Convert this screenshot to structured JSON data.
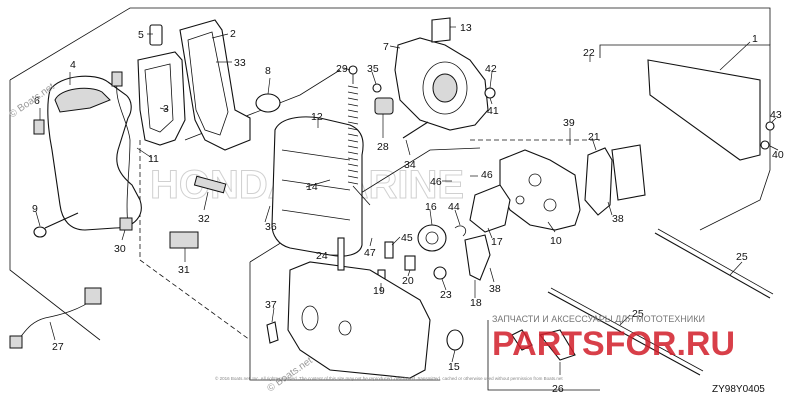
{
  "diagram": {
    "code": "ZY98Y0405",
    "callouts": [
      "1",
      "2",
      "3",
      "4",
      "5",
      "6",
      "7",
      "8",
      "9",
      "10",
      "11",
      "12",
      "13",
      "14",
      "15",
      "16",
      "17",
      "18",
      "19",
      "20",
      "21",
      "22",
      "23",
      "24",
      "25",
      "25",
      "26",
      "27",
      "28",
      "29",
      "30",
      "31",
      "32",
      "33",
      "34",
      "35",
      "36",
      "37",
      "38",
      "38",
      "39",
      "40",
      "41",
      "42",
      "43",
      "44",
      "45",
      "46",
      "46",
      "47"
    ]
  },
  "watermarks": {
    "site": "PARTSFOR.RU",
    "subtitle": "ЗАПЧАСТИ И АКСЕССУАРЫ ДЛЯ МОТОТЕХНИКИ",
    "boats_1": "© Boats.net",
    "boats_2": "© Boats.net",
    "honda": "HONDA MARINE",
    "copyright": "© 2016 Boats.net, Inc. All rights reserved. The content of this site may not be reproduced, distributed, transmitted, cached or otherwise used without permission from Boats.net"
  }
}
